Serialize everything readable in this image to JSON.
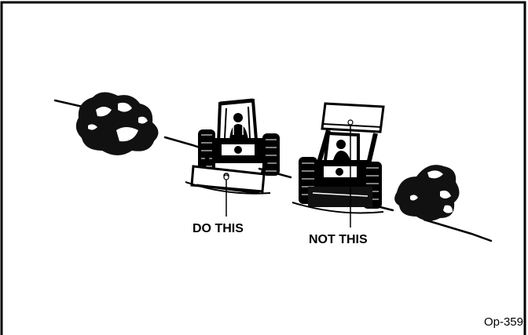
{
  "labels": {
    "do_this": "DO THIS",
    "not_this": "NOT THIS",
    "figure_code": "Op-359"
  },
  "colors": {
    "ink": "#000000",
    "paper": "#ffffff"
  }
}
